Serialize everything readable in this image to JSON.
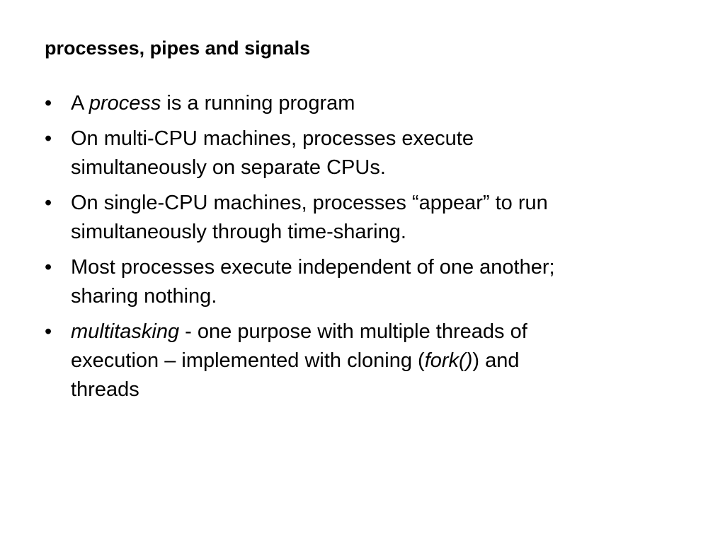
{
  "slide": {
    "title": "processes, pipes and signals",
    "bullet_symbol": "•",
    "bullets": [
      {
        "parts": [
          {
            "text": "A ",
            "italic": false
          },
          {
            "text": "process",
            "italic": true
          },
          {
            "text": " is a running program",
            "italic": false
          }
        ]
      },
      {
        "parts": [
          {
            "text": "On multi-CPU machines, processes execute\nsimultaneously on separate CPUs.",
            "italic": false
          }
        ]
      },
      {
        "parts": [
          {
            "text": "On single-CPU machines, processes “appear” to run\nsimultaneously through time-sharing.",
            "italic": false
          }
        ]
      },
      {
        "parts": [
          {
            "text": "Most processes execute independent of one another;\nsharing nothing.",
            "italic": false
          }
        ]
      },
      {
        "parts": [
          {
            "text": "multitasking",
            "italic": true
          },
          {
            "text": " - one purpose with multiple threads of\nexecution – implemented with cloning (",
            "italic": false
          },
          {
            "text": "fork()",
            "italic": true
          },
          {
            "text": ") and\nthreads",
            "italic": false
          }
        ]
      }
    ]
  }
}
